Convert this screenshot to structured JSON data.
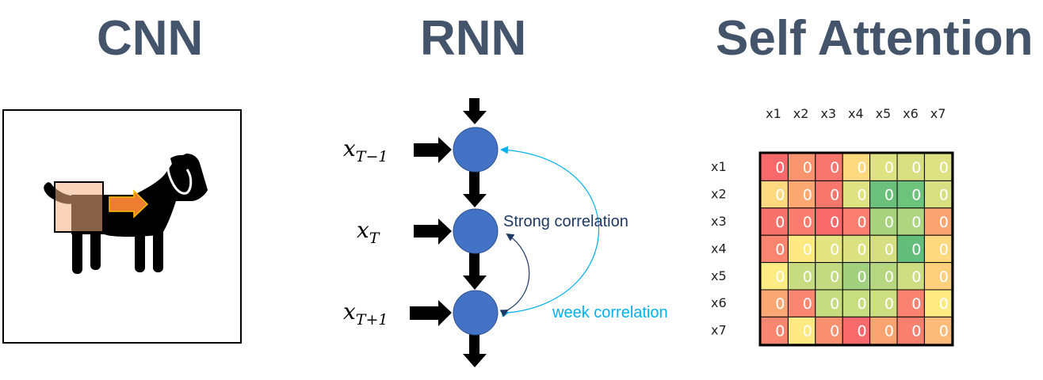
{
  "titles": {
    "cnn": "CNN",
    "rnn": "RNN",
    "self_attention": "Self Attention"
  },
  "cnn_panel": {
    "image_subject": "dog-silhouette",
    "filter_window_color": "#f4b183",
    "arrow_color": "#ed7d31",
    "arrow_outline_color": "#ffc000"
  },
  "rnn_panel": {
    "inputs": [
      {
        "base": "x",
        "subscript": "T−1"
      },
      {
        "base": "x",
        "subscript": "T"
      },
      {
        "base": "x",
        "subscript": "T+1"
      }
    ],
    "node_color": "#4472c4",
    "strong_label": "Strong correlation",
    "strong_color": "#1f3864",
    "weak_label": "week correlation",
    "weak_color": "#00b0f0"
  },
  "chart_data": {
    "type": "heatmap",
    "title": "Self Attention",
    "x_labels": [
      "x1",
      "x2",
      "x3",
      "x4",
      "x5",
      "x6",
      "x7"
    ],
    "y_labels": [
      "x1",
      "x2",
      "x3",
      "x4",
      "x5",
      "x6",
      "x7"
    ],
    "values": [
      [
        0,
        0,
        0,
        0,
        0,
        0,
        0
      ],
      [
        0,
        0,
        0,
        0,
        0,
        0,
        0
      ],
      [
        0,
        0,
        0,
        0,
        0,
        0,
        0
      ],
      [
        0,
        0,
        0,
        0,
        0,
        0,
        0
      ],
      [
        0,
        0,
        0,
        0,
        0,
        0,
        0
      ],
      [
        0,
        0,
        0,
        0,
        0,
        0,
        0
      ],
      [
        0,
        0,
        0,
        0,
        0,
        0,
        0
      ]
    ],
    "cell_colors": [
      [
        "#f8696b",
        "#f9956e",
        "#f8766d",
        "#fed980",
        "#dfe283",
        "#d7df81",
        "#dfe283"
      ],
      [
        "#fed980",
        "#fba873",
        "#f8776d",
        "#dfe283",
        "#6bc17c",
        "#6dc27c",
        "#d7df81"
      ],
      [
        "#f8716c",
        "#f97d6e",
        "#f8696b",
        "#f97e6f",
        "#a9d27f",
        "#b0d580",
        "#fba572"
      ],
      [
        "#f98570",
        "#fee983",
        "#e4e483",
        "#dce182",
        "#d5df81",
        "#63be7b",
        "#fed980"
      ],
      [
        "#ffeb84",
        "#c7db80",
        "#c4da80",
        "#a2d07f",
        "#b7d680",
        "#cedd81",
        "#fed07e"
      ],
      [
        "#fba773",
        "#f98670",
        "#c7db80",
        "#c8dc80",
        "#cddd81",
        "#f98370",
        "#ffea84"
      ],
      [
        "#f98670",
        "#fee983",
        "#f99070",
        "#f8696b",
        "#fba472",
        "#f97f6f",
        "#fcbb79"
      ]
    ],
    "cell_text_color": "#ffffff"
  }
}
